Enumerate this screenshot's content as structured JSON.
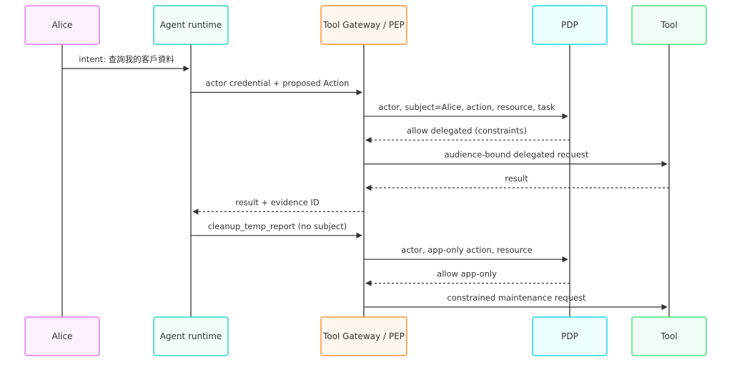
{
  "actors": [
    {
      "id": "alice",
      "label": "Alice",
      "fill": "#fdf0ff",
      "stroke": "#e879f9"
    },
    {
      "id": "agent",
      "label": "Agent runtime",
      "fill": "#f0fdfa",
      "stroke": "#2dd4bf"
    },
    {
      "id": "gateway",
      "label": "Tool Gateway / PEP",
      "fill": "#fff7ed",
      "stroke": "#fb923c"
    },
    {
      "id": "pdp",
      "label": "PDP",
      "fill": "#ecfeff",
      "stroke": "#22d3ee"
    },
    {
      "id": "tool",
      "label": "Tool",
      "fill": "#f0fdf4",
      "stroke": "#4ade80"
    }
  ],
  "messages": [
    {
      "from": "alice",
      "to": "agent",
      "label": "intent: 查詢我的客戶資料",
      "style": "solid"
    },
    {
      "from": "agent",
      "to": "gateway",
      "label": "actor credential + proposed Action",
      "style": "solid"
    },
    {
      "from": "gateway",
      "to": "pdp",
      "label": "actor, subject=Alice, action, resource, task",
      "style": "solid"
    },
    {
      "from": "pdp",
      "to": "gateway",
      "label": "allow delegated (constraints)",
      "style": "dashed"
    },
    {
      "from": "gateway",
      "to": "tool",
      "label": "audience-bound delegated request",
      "style": "solid"
    },
    {
      "from": "tool",
      "to": "gateway",
      "label": "result",
      "style": "dashed"
    },
    {
      "from": "gateway",
      "to": "agent",
      "label": "result + evidence ID",
      "style": "dashed"
    },
    {
      "from": "agent",
      "to": "gateway",
      "label": "cleanup_temp_report (no subject)",
      "style": "solid"
    },
    {
      "from": "gateway",
      "to": "pdp",
      "label": "actor, app-only action, resource",
      "style": "solid"
    },
    {
      "from": "pdp",
      "to": "gateway",
      "label": "allow app-only",
      "style": "dashed"
    },
    {
      "from": "gateway",
      "to": "tool",
      "label": "constrained maintenance request",
      "style": "solid"
    }
  ]
}
